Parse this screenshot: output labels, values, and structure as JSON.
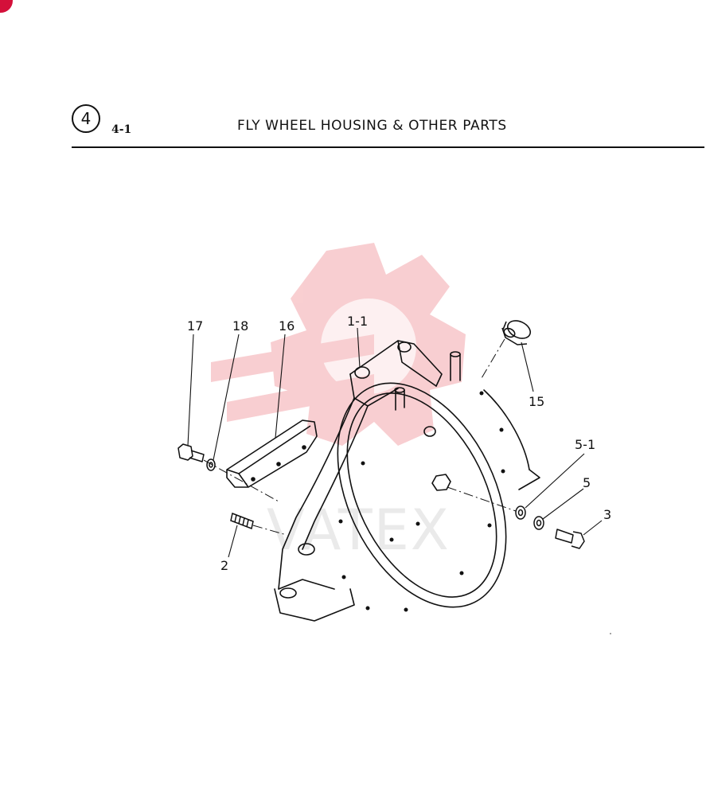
{
  "header": {
    "section_number": "4",
    "section_sub": "4-1",
    "title": "FLY WHEEL HOUSING & OTHER PARTS"
  },
  "watermark": {
    "text": "VATEX",
    "color": "#f5b5b8"
  },
  "callouts": {
    "c17": "17",
    "c18": "18",
    "c16": "16",
    "c1_1": "1-1",
    "c15": "15",
    "c5_1": "5-1",
    "c5": "5",
    "c3": "3",
    "c2": "2"
  },
  "colors": {
    "line": "#111111",
    "accent": "#d4103a"
  }
}
